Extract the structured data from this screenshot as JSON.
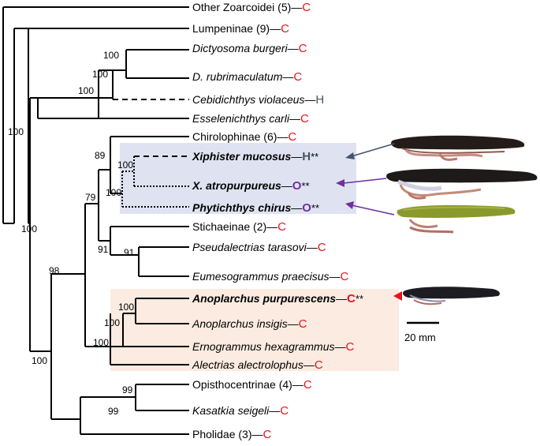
{
  "colors": {
    "carnivore": "#e8141c",
    "herbivore": "#44546a",
    "omnivore": "#7030a0",
    "highlight_blue": "#dfe3f1",
    "highlight_peach": "#fbebe1"
  },
  "taxa": [
    {
      "id": "other-zoarcoidei",
      "label": "Other Zoarcoidei (5)",
      "diet": "C",
      "italic": false,
      "bold": false,
      "stars": ""
    },
    {
      "id": "lumpeninae",
      "label": "Lumpeninae (9)",
      "diet": "C",
      "italic": false,
      "bold": false,
      "stars": ""
    },
    {
      "id": "dictyosoma-burgeri",
      "label": "Dictyosoma burgeri",
      "diet": "C",
      "italic": true,
      "bold": false,
      "stars": ""
    },
    {
      "id": "d-rubrimaculatum",
      "label": "D. rubrimaculatum",
      "diet": "C",
      "italic": true,
      "bold": false,
      "stars": ""
    },
    {
      "id": "cebidichthys-violaceus",
      "label": "Cebidichthys violaceus",
      "diet": "H",
      "italic": true,
      "bold": false,
      "stars": ""
    },
    {
      "id": "esselenichthys-carli",
      "label": "Esselenichthys carli",
      "diet": "C",
      "italic": true,
      "bold": false,
      "stars": ""
    },
    {
      "id": "chirolophinae",
      "label": "Chirolophinae (6)",
      "diet": "C",
      "italic": false,
      "bold": false,
      "stars": ""
    },
    {
      "id": "xiphister-mucosus",
      "label": "Xiphister mucosus",
      "diet": "H",
      "italic": true,
      "bold": true,
      "stars": "**"
    },
    {
      "id": "x-atropurpureus",
      "label": "X. atropurpureus",
      "diet": "O",
      "italic": true,
      "bold": true,
      "stars": "**"
    },
    {
      "id": "phytichthys-chirus",
      "label": "Phytichthys chirus",
      "diet": "O",
      "italic": true,
      "bold": true,
      "stars": "**"
    },
    {
      "id": "stichaeinae",
      "label": "Stichaeinae (2)",
      "diet": "C",
      "italic": false,
      "bold": false,
      "stars": ""
    },
    {
      "id": "pseudalectrias-tarasovi",
      "label": "Pseudalectrias tarasovi",
      "diet": "C",
      "italic": true,
      "bold": false,
      "stars": ""
    },
    {
      "id": "eumesogrammus-praecisus",
      "label": "Eumesogrammus praecisus",
      "diet": "C",
      "italic": true,
      "bold": false,
      "stars": ""
    },
    {
      "id": "anoplarchus-purpurescens",
      "label": "Anoplarchus purpurescens",
      "diet": "C",
      "italic": true,
      "bold": true,
      "stars": "**"
    },
    {
      "id": "anoplarchus-insigis",
      "label": "Anoplarchus insigis",
      "diet": "C",
      "italic": true,
      "bold": false,
      "stars": ""
    },
    {
      "id": "ernogrammus-hexagrammus",
      "label": "Ernogrammus hexagrammus",
      "diet": "C",
      "italic": true,
      "bold": false,
      "stars": ""
    },
    {
      "id": "alectrias-alectrolophus",
      "label": "Alectrias alectrolophus",
      "diet": "C",
      "italic": true,
      "bold": false,
      "stars": ""
    },
    {
      "id": "opisthocentrinae",
      "label": "Opisthocentrinae (4)",
      "diet": "C",
      "italic": false,
      "bold": false,
      "stars": ""
    },
    {
      "id": "kasatkia-seigeli",
      "label": "Kasatkia seigeli",
      "diet": "C",
      "italic": true,
      "bold": false,
      "stars": ""
    },
    {
      "id": "pholidae",
      "label": "Pholidae (3)",
      "diet": "C",
      "italic": false,
      "bold": false,
      "stars": ""
    }
  ],
  "bootstrap": {
    "dictyosoma": "100",
    "cebidichthys": "100",
    "esselenichthys": "100",
    "root": "100",
    "lumpeninae": "100",
    "chirolophinae": "89",
    "xiphister": "100",
    "phytichthys": "100",
    "clade79": "79",
    "stichaeinae": "91",
    "pseudalectrias": "91",
    "clade98": "98",
    "anoplarchus": "100",
    "ernogrammus": "100",
    "alectrias": "100",
    "clade100low": "100",
    "opisthocentrinae": "99",
    "pholidae": "99"
  },
  "scale_bar": {
    "label": "20 mm"
  }
}
